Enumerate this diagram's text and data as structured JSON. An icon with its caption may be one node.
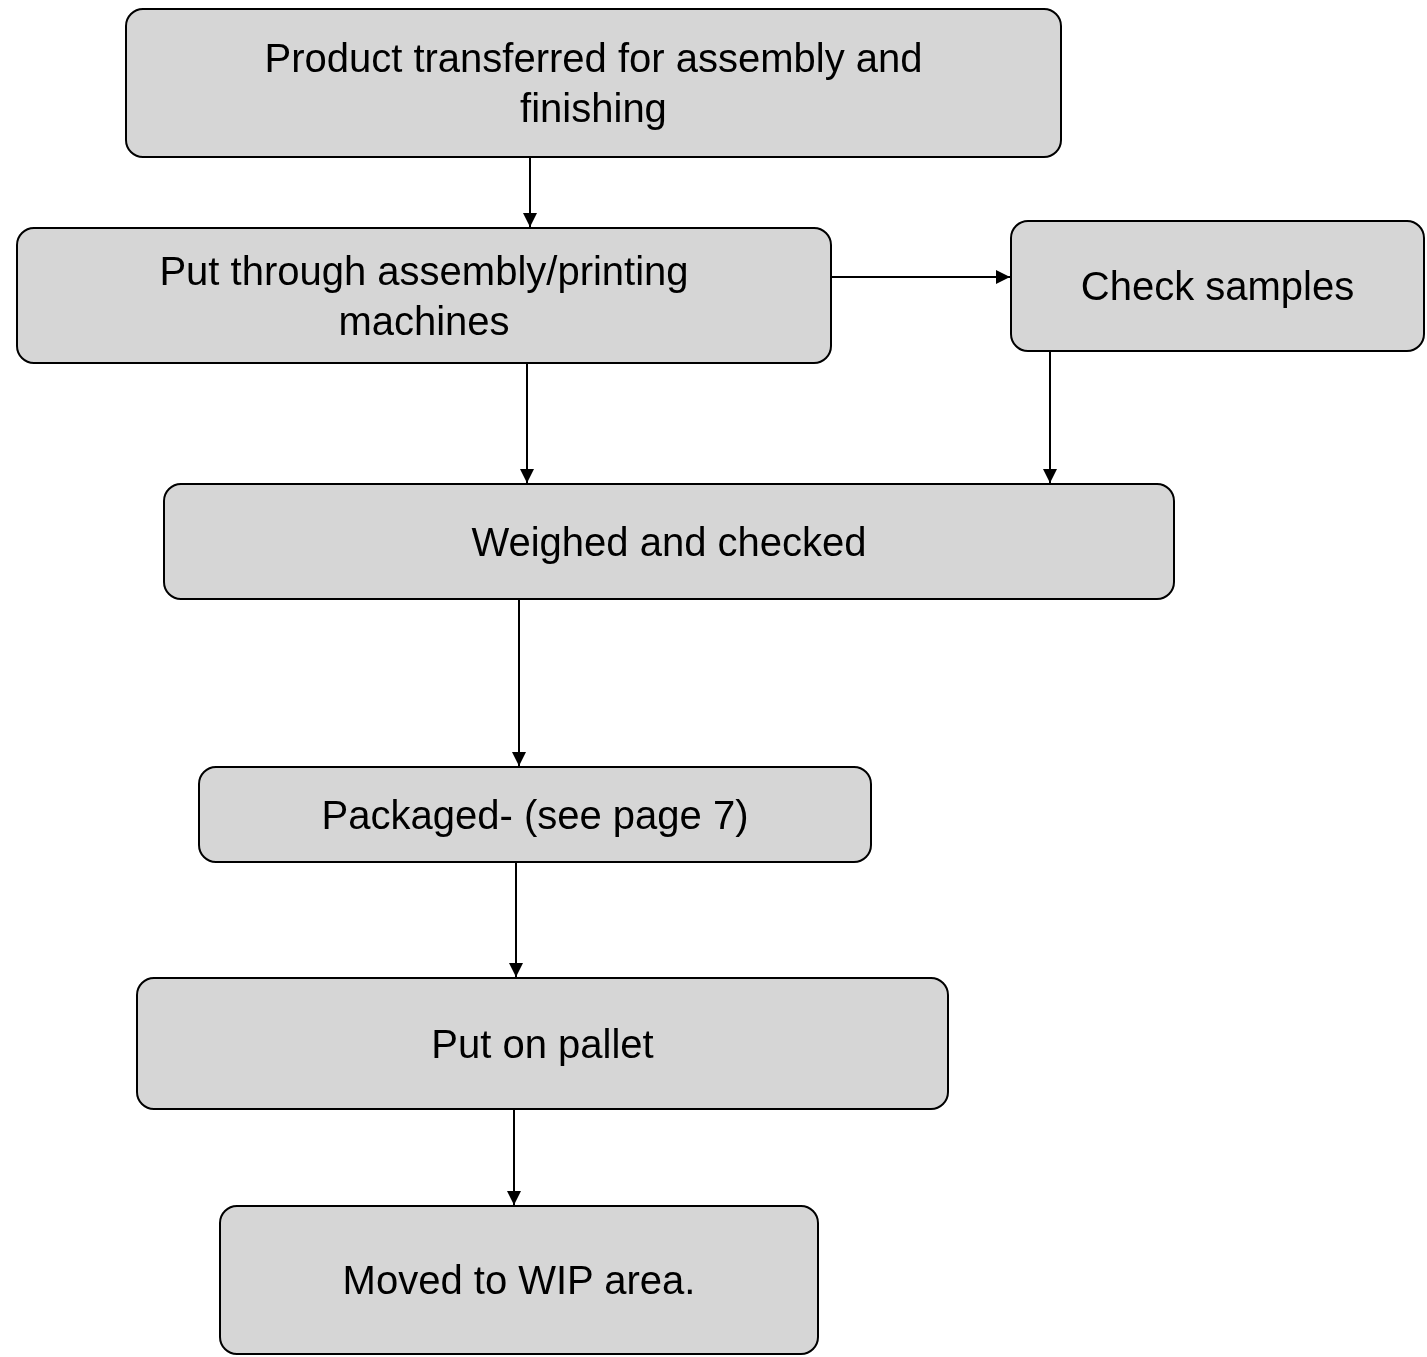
{
  "diagram": {
    "nodes": [
      {
        "text": [
          "Product transferred for assembly and finishing"
        ]
      },
      {
        "text": [
          "Put through assembly/printing machines"
        ]
      },
      {
        "text": [
          "Check samples"
        ]
      },
      {
        "text": [
          "Weighed and checked"
        ]
      },
      {
        "text": [
          "Packaged- (see page 7)"
        ]
      },
      {
        "text": [
          "Put on pallet"
        ]
      },
      {
        "text": [
          "Moved to WIP area."
        ]
      }
    ],
    "edges": [
      {
        "from": 0,
        "to": 1,
        "arrow": "to"
      },
      {
        "from": 1,
        "to": 2,
        "arrow": "to"
      },
      {
        "from": 1,
        "to": 3,
        "arrow": "to"
      },
      {
        "from": 2,
        "to": 3,
        "arrow": "to"
      },
      {
        "from": 3,
        "to": 4,
        "arrow": "to"
      },
      {
        "from": 4,
        "to": 5,
        "arrow": "to"
      },
      {
        "from": 5,
        "to": 6,
        "arrow": "to"
      }
    ]
  }
}
